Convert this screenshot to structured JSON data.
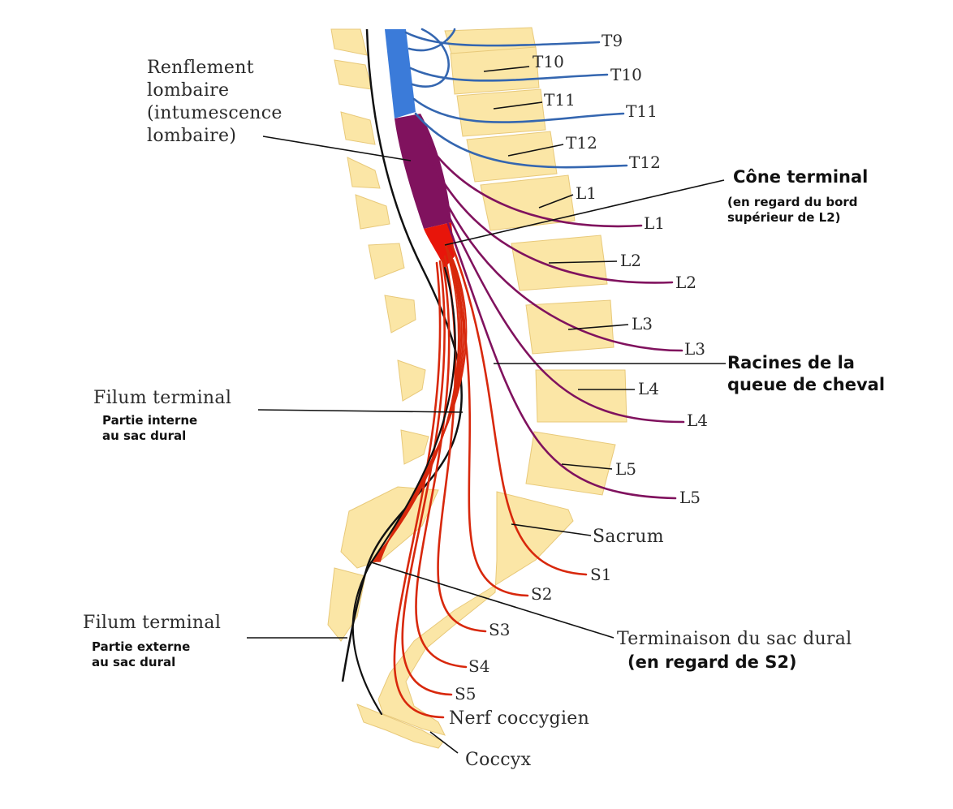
{
  "colors": {
    "bone": "#fbe6a6",
    "bone_edge": "#e8c97a",
    "thoracic_cord": "#3b7bd9",
    "lumbar_enlargement": "#80125e",
    "conus": "#e8150a",
    "thoracic_nerve": "#3466b0",
    "lumbar_nerve": "#80125e",
    "sacral_nerve": "#d8280c",
    "leader_line": "#111111"
  },
  "labels": {
    "renflement": "Renflement\nlombaire\n(intumescence\nlombaire)",
    "cone_title": "Cône terminal",
    "cone_sub": "(en regard du bord\nsupérieur de L2)",
    "racines": "Racines de la\nqueue de cheval",
    "filum_int_title": "Filum terminal",
    "filum_int_sub": "Partie interne\nau sac dural",
    "filum_ext_title": "Filum terminal",
    "filum_ext_sub": "Partie externe\nau sac dural",
    "terminaison_title": "Terminaison du sac dural",
    "terminaison_sub": "(en regard de S2)",
    "sacrum": "Sacrum",
    "nerf_coccygien": "Nerf coccygien",
    "coccyx": "Coccyx",
    "top_partial": "T9"
  },
  "vertebra_labels": [
    "T10",
    "T11",
    "T12",
    "L1",
    "L2",
    "L3",
    "L4",
    "L5"
  ],
  "nerve_labels": [
    "T9",
    "T10",
    "T11",
    "T12",
    "L1",
    "L2",
    "L3",
    "L4",
    "L5",
    "S1",
    "S2",
    "S3",
    "S4",
    "S5"
  ]
}
